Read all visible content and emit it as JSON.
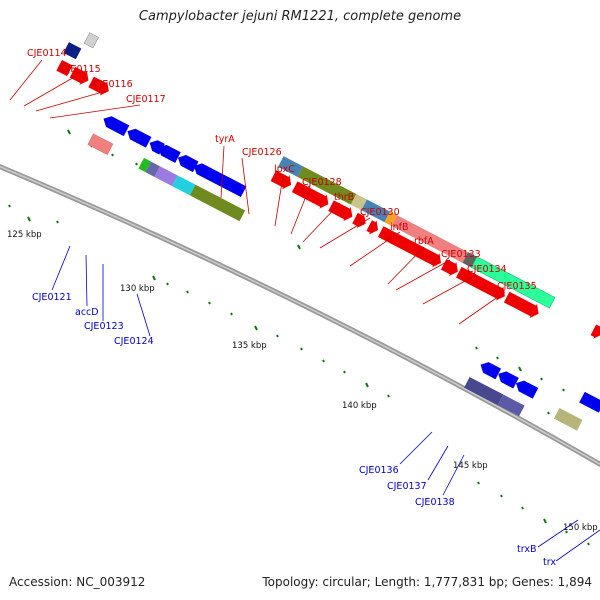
{
  "title": "Campylobacter jejuni RM1221, complete genome",
  "footer": {
    "accession": "Accession: NC_003912",
    "topology": "Topology: circular; Length: 1,777,831 bp; Genes: 1,894"
  },
  "colors": {
    "forward_label": "#cc0000",
    "reverse_label": "#0000cc",
    "backbone": "#808080",
    "kbp_tick": "#117711"
  },
  "kbp_labels": [
    "125 kbp",
    "130 kbp",
    "135 kbp",
    "140 kbp",
    "145 kbp",
    "150 kbp"
  ],
  "forward_gene_labels": [
    "CJE0114",
    "CJE0115",
    "CJE0116",
    "CJE0117",
    "tyrA",
    "CJE0126",
    "lpxC",
    "CJE0128",
    "thrB",
    "CJE0130",
    "infB",
    "rbfA",
    "CJE0133",
    "CJE0134",
    "CJE0135"
  ],
  "reverse_gene_labels": [
    "CJE0121",
    "accD",
    "CJE0123",
    "CJE0124",
    "CJE0136",
    "CJE0137",
    "CJE0138",
    "trxB",
    "trx"
  ]
}
